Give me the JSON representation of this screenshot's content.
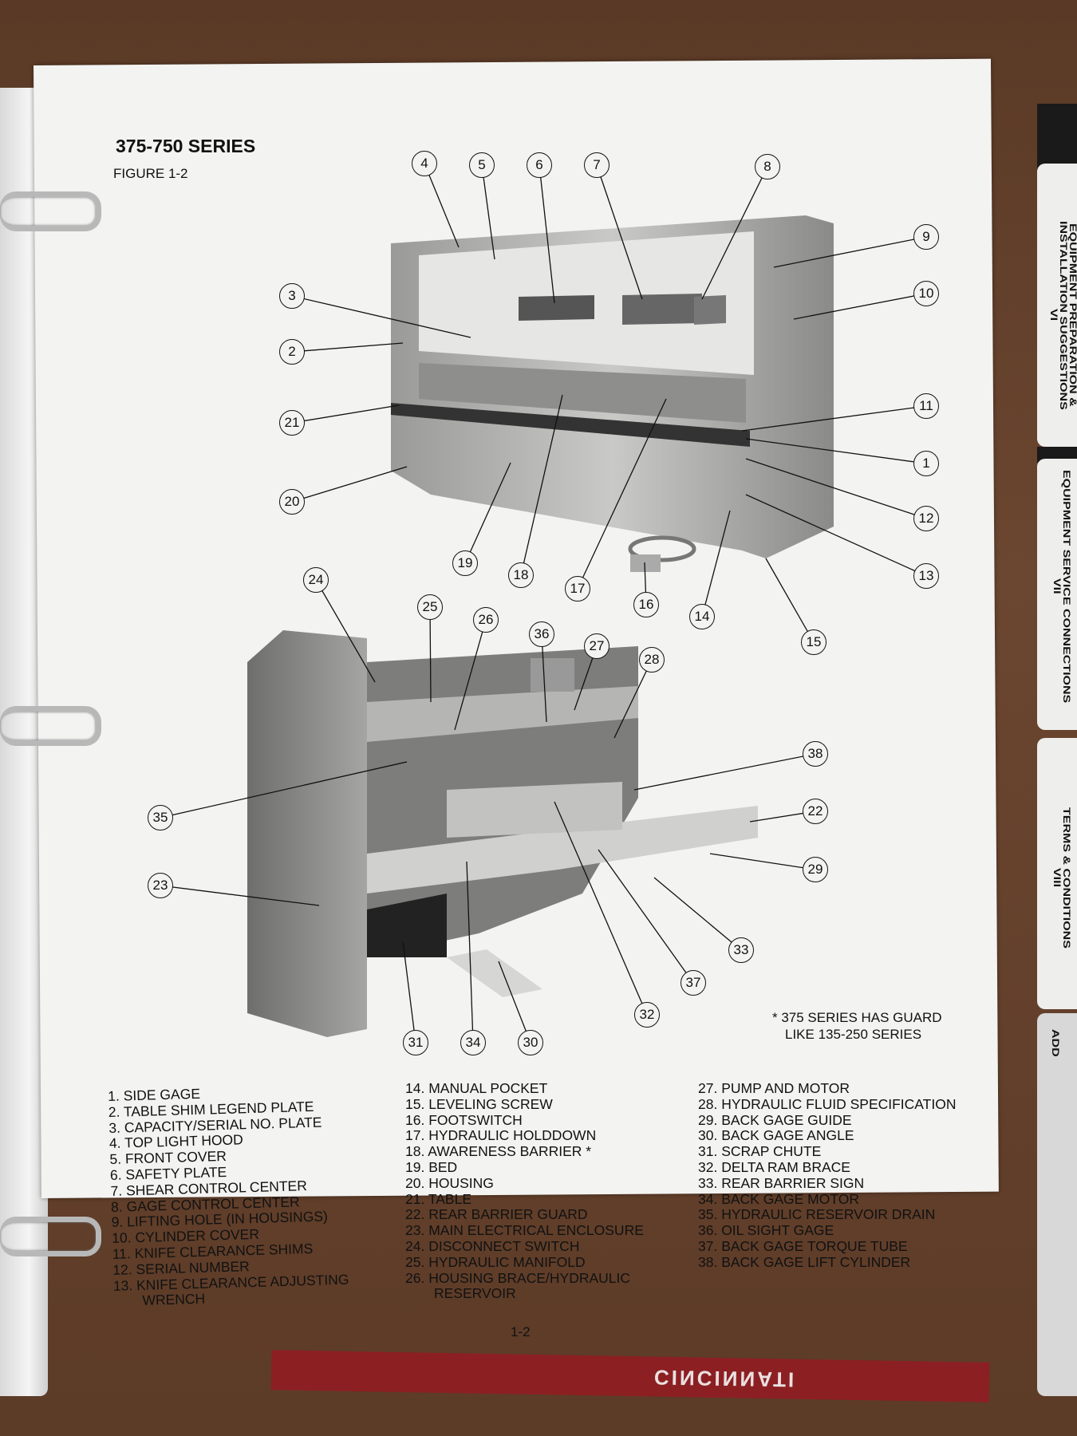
{
  "header": {
    "title": "375-750 SERIES",
    "figure": "FIGURE 1-2"
  },
  "callouts": [
    "1",
    "2",
    "3",
    "4",
    "5",
    "6",
    "7",
    "8",
    "9",
    "10",
    "11",
    "12",
    "13",
    "14",
    "15",
    "16",
    "17",
    "18",
    "19",
    "20",
    "21",
    "22",
    "23",
    "24",
    "25",
    "26",
    "27",
    "28",
    "29",
    "30",
    "31",
    "32",
    "33",
    "34",
    "35",
    "36",
    "37",
    "38"
  ],
  "note": [
    "* 375 SERIES HAS GUARD",
    "LIKE 135-250 SERIES"
  ],
  "legend": {
    "col1": [
      "1. SIDE GAGE",
      "2. TABLE SHIM LEGEND PLATE",
      "3. CAPACITY/SERIAL NO. PLATE",
      "4. TOP LIGHT HOOD",
      "5. FRONT COVER",
      "6. SAFETY PLATE",
      "7. SHEAR CONTROL CENTER",
      "8. GAGE CONTROL CENTER",
      "9. LIFTING HOLE (IN HOUSINGS)",
      "10. CYLINDER COVER",
      "11. KNIFE CLEARANCE SHIMS",
      "12. SERIAL NUMBER",
      "13. KNIFE CLEARANCE ADJUSTING",
      "WRENCH"
    ],
    "col2": [
      "14. MANUAL POCKET",
      "15. LEVELING SCREW",
      "16. FOOTSWITCH",
      "17. HYDRAULIC HOLDDOWN",
      "18. AWARENESS BARRIER *",
      "19. BED",
      "20. HOUSING",
      "21. TABLE",
      "22. REAR BARRIER GUARD",
      "23. MAIN ELECTRICAL ENCLOSURE",
      "24. DISCONNECT SWITCH",
      "25. HYDRAULIC MANIFOLD",
      "26. HOUSING BRACE/HYDRAULIC",
      "RESERVOIR"
    ],
    "col3": [
      "27. PUMP AND MOTOR",
      "28. HYDRAULIC FLUID SPECIFICATION",
      "29. BACK GAGE GUIDE",
      "30. BACK GAGE ANGLE",
      "31. SCRAP CHUTE",
      "32. DELTA RAM BRACE",
      "33. REAR BARRIER SIGN",
      "34. BACK GAGE MOTOR",
      "35. HYDRAULIC RESERVOIR DRAIN",
      "36. OIL SIGHT GAGE",
      "37. BACK GAGE TORQUE TUBE",
      "38. BACK GAGE LIFT CYLINDER"
    ]
  },
  "page_number": "1-2",
  "tabs": [
    {
      "label": "EQUIPMENT PREPARATION & INSTALLATION SUGGESTIONS",
      "numeral": "VI"
    },
    {
      "label": "EQUIPMENT SERVICE CONNECTIONS",
      "numeral": "VII"
    },
    {
      "label": "TERMS & CONDITIONS",
      "numeral": "VIII"
    },
    {
      "label": "ADD"
    }
  ],
  "binder_cover_text": "CINCINNATI"
}
